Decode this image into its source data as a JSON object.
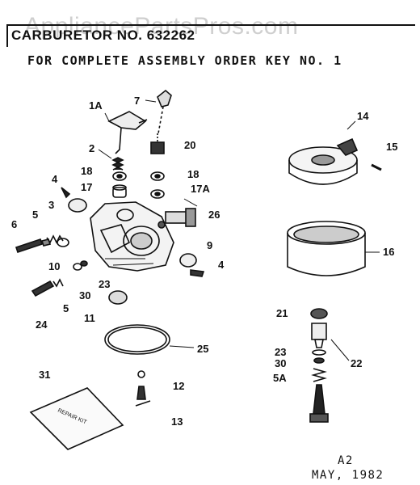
{
  "watermark": "AppliancePartsPros.com",
  "title": "CARBURETOR NO. 632262",
  "note": "FOR COMPLETE ASSEMBLY ORDER KEY NO. 1",
  "footer": {
    "code": "A2",
    "date": "MAY, 1982"
  },
  "callouts": {
    "c1A": "1A",
    "c7": "7",
    "c2": "2",
    "c20": "20",
    "c18a": "18",
    "c18b": "18",
    "c17": "17",
    "c17A": "17A",
    "c4a": "4",
    "c3": "3",
    "c5a": "5",
    "c6": "6",
    "c26": "26",
    "c9": "9",
    "c4b": "4",
    "c10": "10",
    "c23a": "23",
    "c30a": "30",
    "c5b": "5",
    "c24": "24",
    "c11": "11",
    "c25": "25",
    "c14": "14",
    "c15": "15",
    "c16": "16",
    "c21": "21",
    "c22": "22",
    "c23b": "23",
    "c30b": "30",
    "c5A": "5A",
    "c31": "31",
    "c12": "12",
    "c13": "13"
  },
  "kit_label": "REPAIR KIT"
}
